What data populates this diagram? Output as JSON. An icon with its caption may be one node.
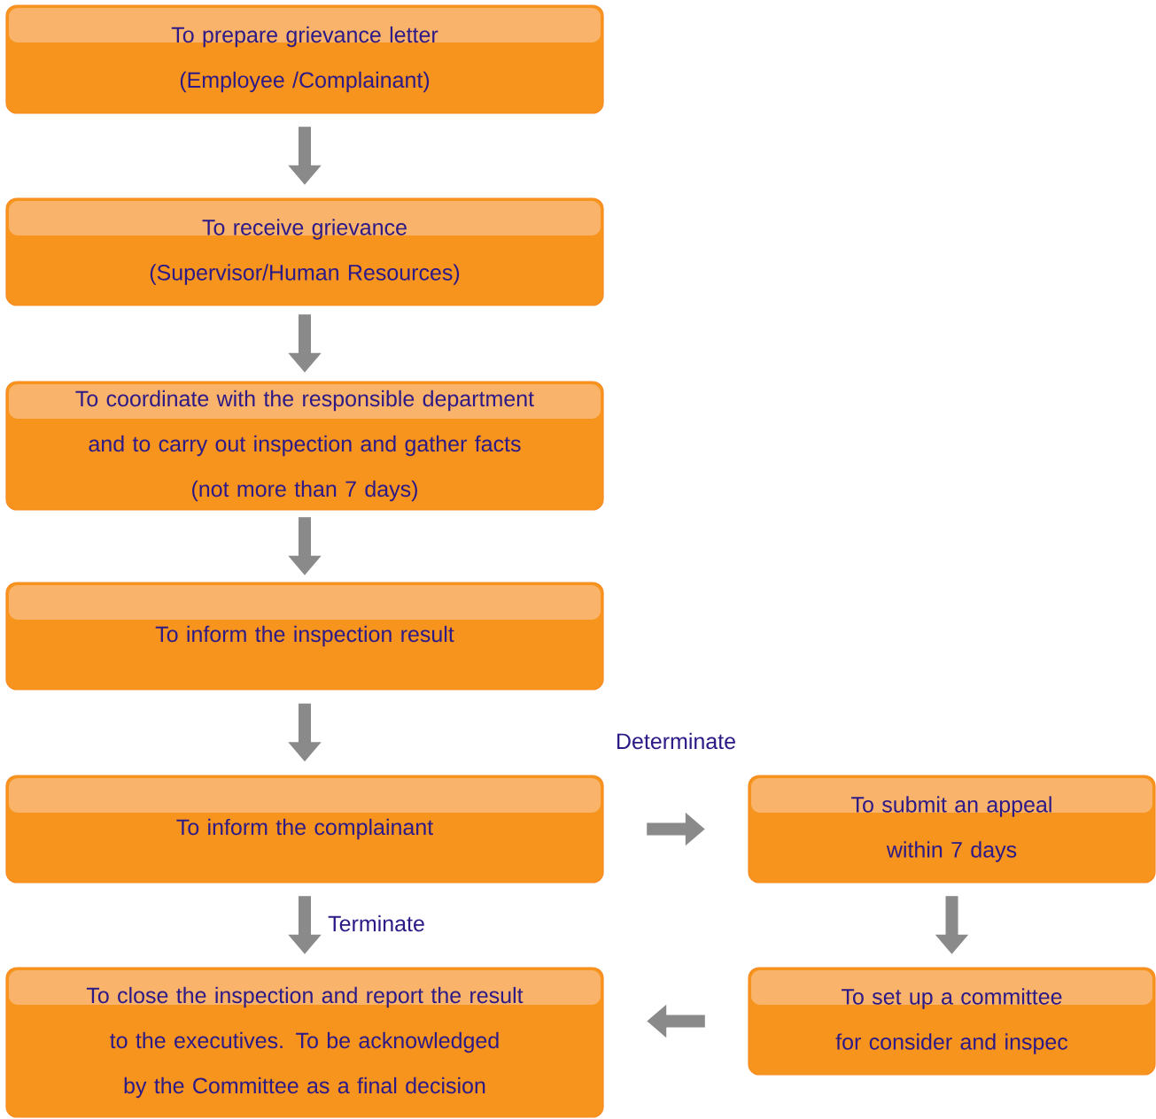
{
  "diagram": {
    "nodes": [
      {
        "text": [
          "To prepare grievance letter",
          "(Employee /Complainant)"
        ]
      },
      {
        "text": [
          "To receive grievance",
          "(Supervisor/Human Resources)"
        ]
      },
      {
        "text": [
          "To coordinate with the responsible department and to carry out inspection and gather facts",
          "(not more than 7 days)"
        ]
      },
      {
        "text": [
          "To inform the inspection result"
        ]
      },
      {
        "text": [
          "To inform the complainant"
        ]
      },
      {
        "text": [
          "To submit an appeal within 7 days"
        ]
      },
      {
        "text": [
          "To set up a committee for consider and inspec"
        ]
      },
      {
        "text": [
          "To close the inspection and report the result to the executives. To be acknowledged by the Committee as a final decision"
        ]
      }
    ],
    "edges": [
      {
        "from": 0,
        "to": 1,
        "arrow": "to"
      },
      {
        "from": 1,
        "to": 2,
        "arrow": "to"
      },
      {
        "from": 2,
        "to": 3,
        "arrow": "to"
      },
      {
        "from": 3,
        "to": 4,
        "arrow": "to"
      },
      {
        "from": 4,
        "to": 5,
        "arrow": "to",
        "label": "Determinate"
      },
      {
        "from": 4,
        "to": 7,
        "arrow": "to",
        "label": "Terminate"
      },
      {
        "from": 5,
        "to": 6,
        "arrow": "to"
      },
      {
        "from": 6,
        "to": 7,
        "arrow": "to"
      }
    ]
  }
}
